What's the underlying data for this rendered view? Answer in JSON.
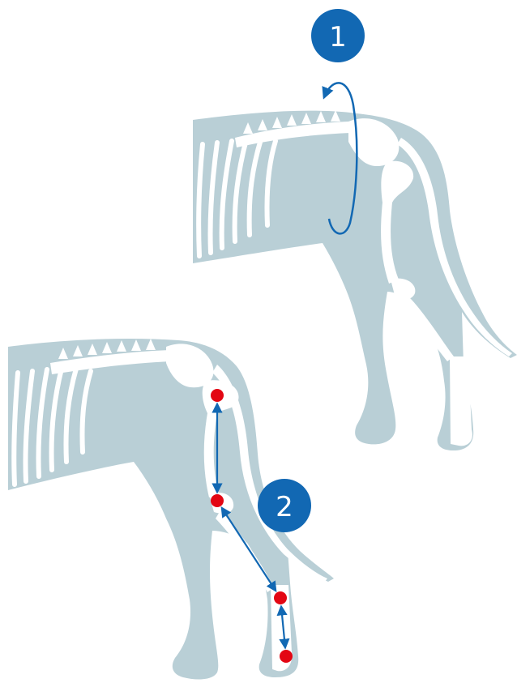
{
  "colors": {
    "body_fill": "#b9cfd6",
    "bone_fill": "#ffffff",
    "accent_blue": "#1268b3",
    "marker_red": "#e30613",
    "background": "#ffffff"
  },
  "figure_1": {
    "badge_label": "1",
    "icon": "circumference-measurement-arrow-icon"
  },
  "figure_2": {
    "badge_label": "2",
    "icon": "limb-length-measurement-arrows-icon",
    "landmark_points": 4,
    "segment_arrows": 3
  }
}
